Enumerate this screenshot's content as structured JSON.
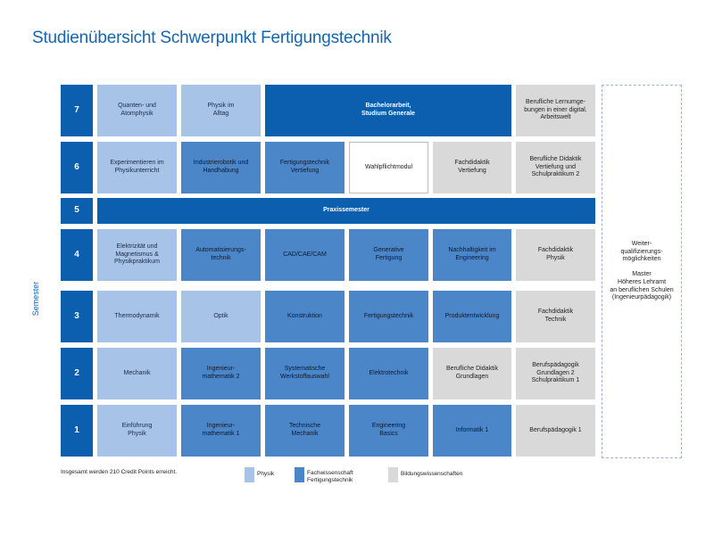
{
  "title": "Studienübersicht Schwerpunkt Fertigungstechnik",
  "axis_label": "Semester",
  "rows": {
    "7": {
      "number": "7",
      "c1": "Quanten- und\nAtomphysik",
      "c2": "Physik im\nAlltag",
      "c3": "Bachelorarbeit,\nStudium Generale",
      "c4": "Berufliche Lernumge-\nbungen in einer digital.\nArbeitswelt"
    },
    "6": {
      "number": "6",
      "c1": "Experimentieren im\nPhysikunterricht",
      "c2": "Industrierobotik und\nHandhabung",
      "c3": "Fertigungstechnik\nVertiefung",
      "c4": "Wahlpflichtmodul",
      "c5": "Fachdidaktik\nVertiefung",
      "c6": "Berufliche Didaktik\nVertiefung und\nSchulpraktikum 2"
    },
    "5": {
      "number": "5",
      "c1": "Praxissemester"
    },
    "4": {
      "number": "4",
      "c1": "Elektrizität und\nMagnetismus &\nPhysikpraktikum",
      "c2": "Automatisierungs-\ntechnik",
      "c3": "CAD/CAE/CAM",
      "c4": "Generative\nFertigung",
      "c5": "Nachhaltigkeit im\nEngineering",
      "c6": "Fachdidaktik\nPhysik"
    },
    "3": {
      "number": "3",
      "c1": "Thermodynamik",
      "c2": "Optik",
      "c3": "Konstruktion",
      "c4": "Fertigungstechnik",
      "c5": "Produktentwicklung",
      "c6": "Fachdidaktik\nTechnik"
    },
    "2": {
      "number": "2",
      "c1": "Mechanik",
      "c2": "Ingenieur-\nmathematik 2",
      "c3": "Systematische\nWerkstoffauswahl",
      "c4": "Elektrotechnik",
      "c5": "Berufliche Didaktik\nGrundlagen",
      "c6": "Berufspädagogik\nGrundlagen 2\nSchulpraktikum 1"
    },
    "1": {
      "number": "1",
      "c1": "Einführung\nPhysik",
      "c2": "Ingenieur-\nmathematik 1",
      "c3": "Technische\nMechanik",
      "c4": "Engineering\nBasics",
      "c5": "Informatik 1",
      "c6": "Berufspädagogik 1"
    }
  },
  "further": {
    "line1": "Weiter-\nqualifizierungs-\nmöglichkeiten",
    "line2": "Master\nHöheres Lehramt\nan beruflichen Schulen\n(Ingenieurpädagogik)"
  },
  "footer_note": "Insgesamt werden 210 Credit Points erreicht.",
  "legend": {
    "physik": "Physik",
    "fach": "Fachwissenschaft\nFertigungstechnik",
    "bildung": "Bildungswissenschaften"
  },
  "colors": {
    "dark_blue": "#0b5fae",
    "physik": "#a8c3e8",
    "fachwissenschaft": "#4b86c9",
    "bildungswissenschaften": "#d9d9d9"
  }
}
